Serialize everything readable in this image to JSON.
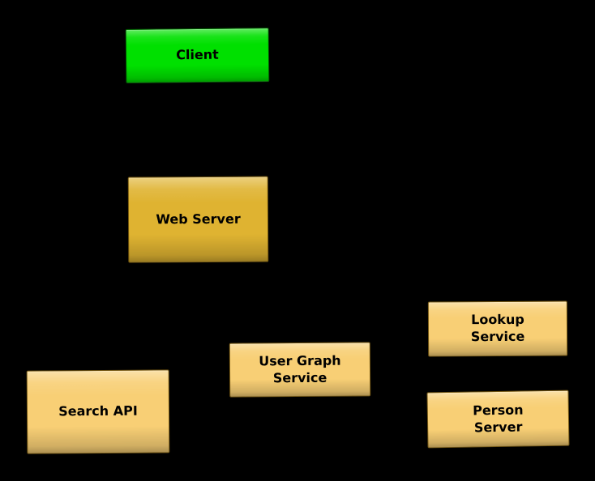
{
  "page": {
    "background": "#000000"
  },
  "diagram": {
    "type": "architecture-diagram",
    "node_text_color": "#000000",
    "colors": {
      "client_fill": "#00e000",
      "web_server_fill": "#dfb331",
      "service_fill": "#f8cf75"
    },
    "nodes": [
      {
        "id": "client",
        "label": "Client",
        "fill": "#00e000"
      },
      {
        "id": "web-server",
        "label": "Web Server",
        "fill": "#dfb331"
      },
      {
        "id": "search-api",
        "label": "Search API",
        "fill": "#f8cf75"
      },
      {
        "id": "user-graph-service",
        "label": "User Graph\nService",
        "fill": "#f8cf75"
      },
      {
        "id": "lookup-service",
        "label": "Lookup\nService",
        "fill": "#f8cf75"
      },
      {
        "id": "person-server",
        "label": "Person\nServer",
        "fill": "#f8cf75"
      }
    ]
  }
}
